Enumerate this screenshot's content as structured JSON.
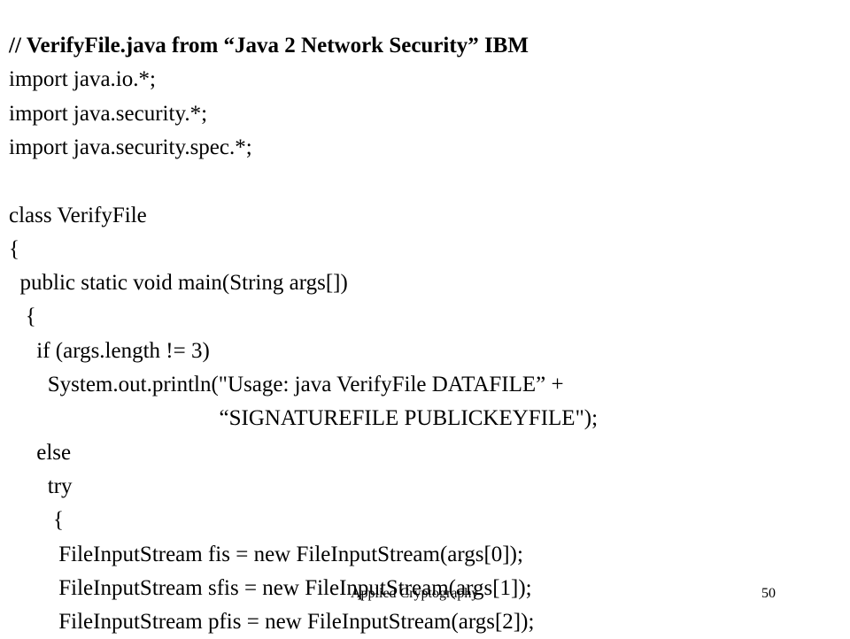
{
  "slide": {
    "lines": [
      {
        "text": "// VerifyFile.java from “Java 2 Network Security” IBM",
        "bold": true
      },
      {
        "text": "import java.io.*;"
      },
      {
        "text": "import java.security.*;"
      },
      {
        "text": "import java.security.spec.*;"
      },
      {
        "text": ""
      },
      {
        "text": "class VerifyFile"
      },
      {
        "text": "{"
      },
      {
        "text": "  public static void main(String args[])"
      },
      {
        "text": "   {"
      },
      {
        "text": "     if (args.length != 3)"
      },
      {
        "text": "       System.out.println(\"Usage: java VerifyFile DATAFILE” +"
      },
      {
        "text": "                                      “SIGNATUREFILE PUBLICKEYFILE\");"
      },
      {
        "text": "     else"
      },
      {
        "text": "       try"
      },
      {
        "text": "        {"
      },
      {
        "text": "         FileInputStream fis = new FileInputStream(args[0]);"
      },
      {
        "text": "         FileInputStream sfis = new FileInputStream(args[1]);"
      },
      {
        "text": "         FileInputStream pfis = new FileInputStream(args[2]);"
      }
    ]
  },
  "footer": {
    "title": "Applied Cryptography",
    "page_number": "50"
  }
}
